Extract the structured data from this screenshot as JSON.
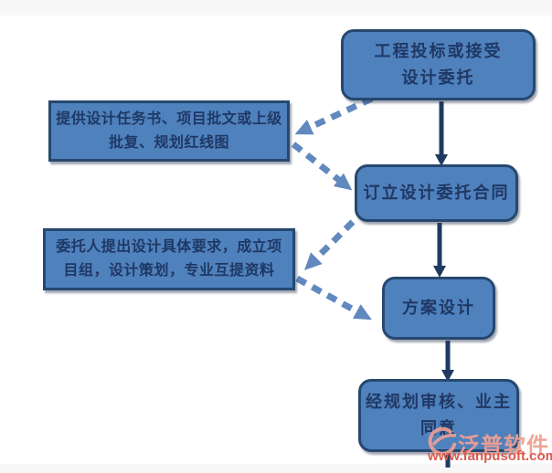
{
  "nodes": {
    "tender": {
      "lines": [
        "工程投标或接受",
        "设计委托"
      ]
    },
    "provide_docs": {
      "lines": [
        "提供设计任务书、项目批文或上级",
        "批复、规划红线图"
      ]
    },
    "contract": {
      "lines": [
        "订立设计委托合同"
      ]
    },
    "requirements": {
      "lines": [
        "委托人提出设计具体要求，成立项",
        "目组，设计策划，专业互提资料"
      ]
    },
    "scheme": {
      "lines": [
        "方案设计"
      ]
    },
    "approval": {
      "lines": [
        "经规划审核、业主",
        "同意"
      ]
    }
  },
  "watermark": {
    "brand": "泛普软件",
    "url": "www.fanpusoft.com"
  },
  "colors": {
    "node_fill": "#4f81bd",
    "node_border": "#26486f",
    "node_text": "#1f3864",
    "solid_arrow": "#1f3a60",
    "dashed_arrow": "#6289be",
    "watermark_brand": "#efa092",
    "watermark_url": "#da5a4e",
    "page_strip": "#f8f7f8"
  }
}
